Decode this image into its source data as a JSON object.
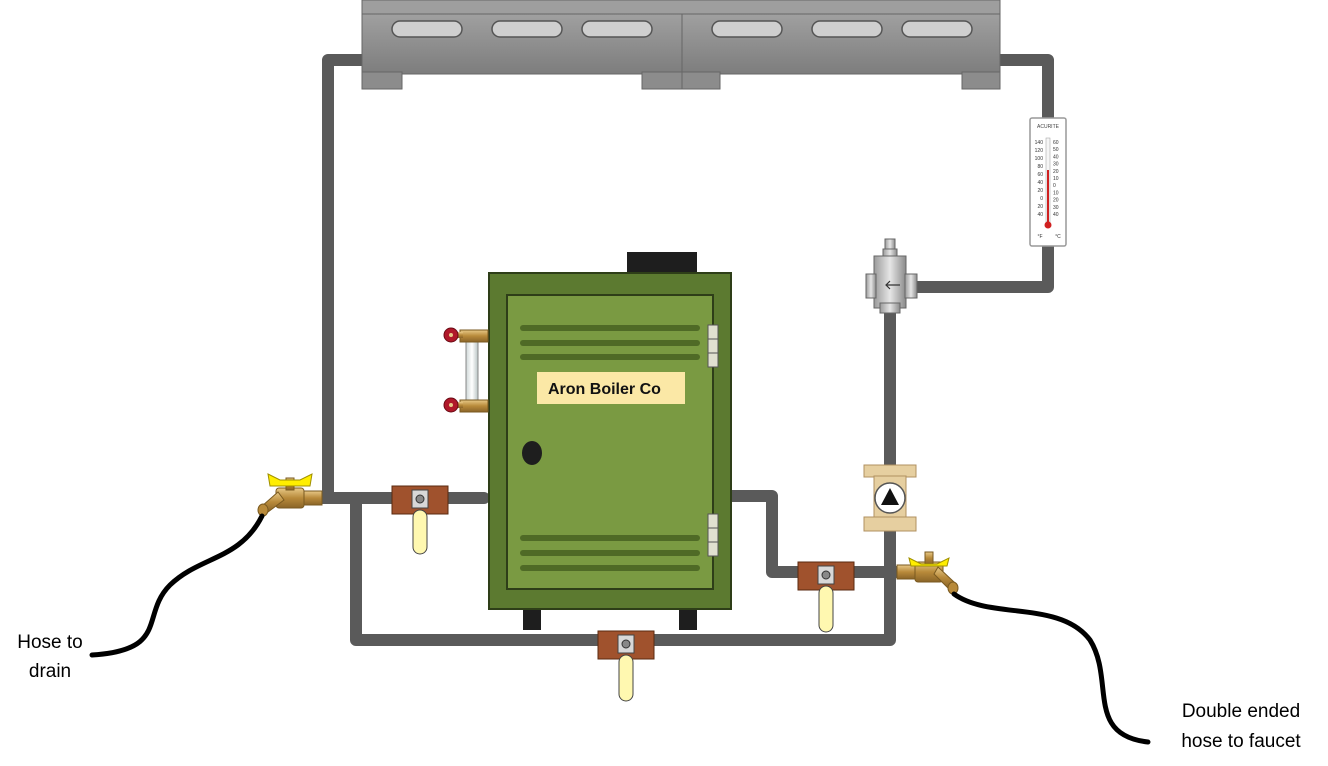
{
  "boiler": {
    "label": "Aron Boiler Co",
    "colors": {
      "body": "#5c7a30",
      "panel": "#7a9a42",
      "label_bg": "#fbe8a6"
    }
  },
  "thermometer": {
    "brand": "ACURITE",
    "fahrenheit_scale": [
      "140",
      "120",
      "100",
      "80",
      "60",
      "40",
      "20",
      "0",
      "20",
      "40"
    ],
    "celsius_scale": [
      "60",
      "50",
      "40",
      "30",
      "20",
      "10",
      "0",
      "10",
      "20",
      "30",
      "40"
    ],
    "unit_f": "°F",
    "unit_c": "°C"
  },
  "labels": {
    "drain_line1": "Hose to",
    "drain_line2": "drain",
    "faucet_line1": "Double ended",
    "faucet_line2": "hose to faucet"
  },
  "colors": {
    "pipe": "#5a5a5a",
    "radiator": "#8c8c8c",
    "valve_body": "#a0522d",
    "valve_handle": "#fff8b0",
    "spigot_handle": "#ffee00",
    "brass": "#c9a25a",
    "hose": "#000000"
  }
}
